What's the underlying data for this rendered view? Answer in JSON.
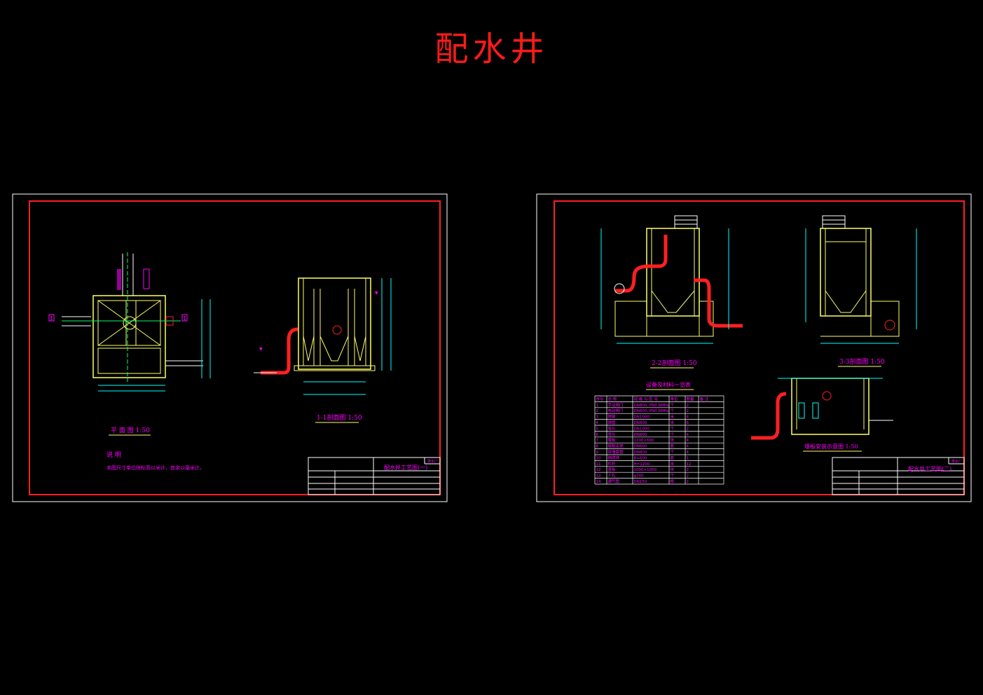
{
  "page": {
    "title": "配水井"
  },
  "sheet1": {
    "plan_label": "平 面 图  1:50",
    "section_label": "1-1剖面图  1:50",
    "notes_heading": "说 明",
    "notes_text": "本图尺寸单位除标高以米计，其余以毫米计。",
    "section_mark": "1",
    "title_block": {
      "drawing_name": "配水井工艺图(一)",
      "sheet_tag": "排水厂"
    }
  },
  "sheet2": {
    "section2_label": "2-2剖面图  1:50",
    "section3_label": "3-3剖面图  1:50",
    "detail_label": "堰板安装示意图  1:50",
    "table_title": "设备及材料一览表",
    "table_headers": [
      "序号",
      "名  称",
      "规 格 与 型 号",
      "单位",
      "数量",
      "备  注"
    ],
    "table_rows": [
      [
        "1",
        "手动闸门",
        "DN800, PN0.6MPa",
        "个",
        "2",
        ""
      ],
      [
        "2",
        "电动闸门",
        "DN800, PN0.6MPa",
        "个",
        "2",
        ""
      ],
      [
        "3",
        "钢管",
        "DN1000",
        "米",
        "4",
        ""
      ],
      [
        "4",
        "钢管",
        "DN800",
        "米",
        "6",
        ""
      ],
      [
        "5",
        "弯头",
        "DN1000",
        "个",
        "2",
        ""
      ],
      [
        "6",
        "弯头",
        "DN800",
        "个",
        "4",
        ""
      ],
      [
        "7",
        "堰板",
        "1200×600",
        "块",
        "4",
        ""
      ],
      [
        "8",
        "堰板支架",
        "DN600",
        "套",
        "4",
        ""
      ],
      [
        "9",
        "穿墙套管",
        "DN800",
        "个",
        "4",
        ""
      ],
      [
        "10",
        "钢爬梯",
        "B=600",
        "套",
        "1",
        ""
      ],
      [
        "11",
        "栏杆",
        "H=1200",
        "米",
        "12",
        ""
      ],
      [
        "12",
        "盖板",
        "1000×1000",
        "块",
        "2",
        ""
      ],
      [
        "13",
        "人孔",
        "φ700",
        "个",
        "2",
        ""
      ],
      [
        "14",
        "通气管",
        "DN150",
        "根",
        "2",
        ""
      ]
    ],
    "title_block": {
      "drawing_name": "配水井工艺图(二)",
      "sheet_tag": "排水厂"
    }
  },
  "colors": {
    "frame": "#ff2020",
    "sheet_border": "#ffffff",
    "dim": "#ff00ff",
    "wall": "#ffff66",
    "pipe": "#ff2020",
    "cyan": "#00ffff"
  }
}
